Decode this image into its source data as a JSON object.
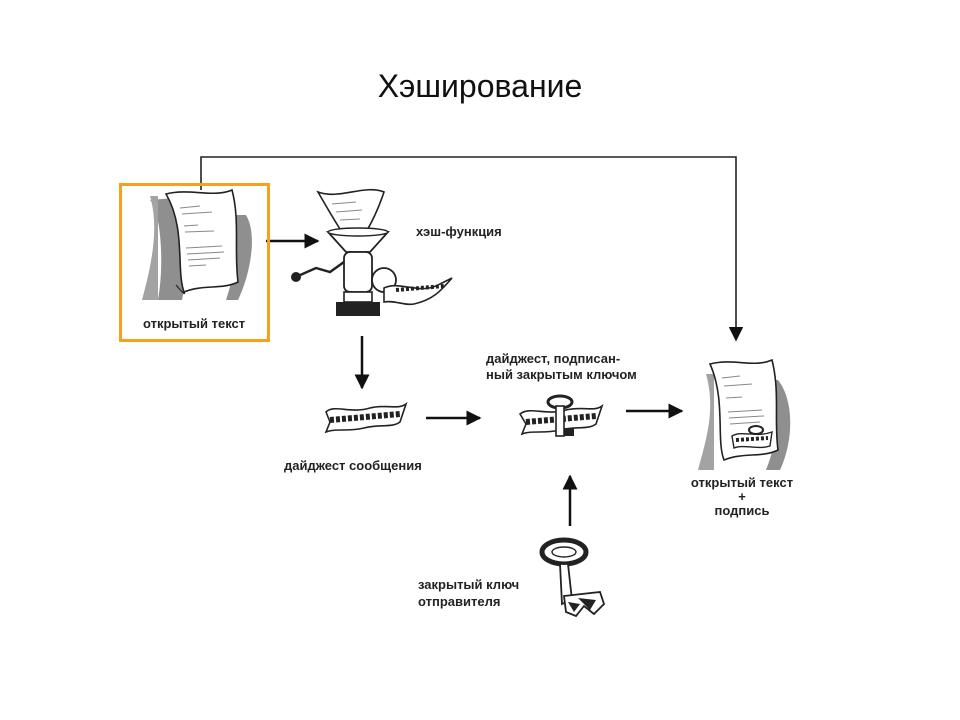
{
  "title": "Хэширование",
  "labels": {
    "plaintext": "открытый текст",
    "hash_function": "хэш-функция",
    "message_digest": "дайджест сообщения",
    "signed_digest_line1": "дайджест, подписан-",
    "signed_digest_line2": "ный закрытым ключом",
    "result_line1": "открытый текст",
    "result_line2": "+",
    "result_line3": "подпись",
    "private_key_line1": "закрытый ключ",
    "private_key_line2": "отправителя"
  },
  "colors": {
    "highlight": "#f7a11a",
    "ink": "#111111",
    "shadow": "#9a9a9a"
  },
  "icons": [
    "document-icon",
    "meat-grinder-icon",
    "digest-scroll-icon",
    "key-icon"
  ]
}
